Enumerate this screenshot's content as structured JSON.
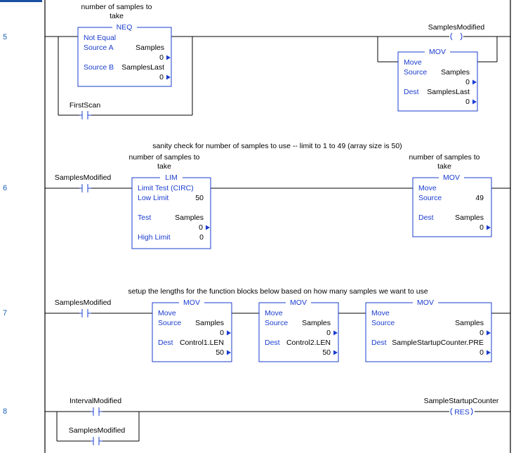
{
  "rungs": [
    {
      "number": "5",
      "comment_a": "number of samples to",
      "comment_b": "take",
      "neq": {
        "name": "NEQ",
        "title": "Not Equal",
        "source_a_label": "Source A",
        "source_a_tag": "Samples",
        "source_a_value": "0",
        "source_b_label": "Source B",
        "source_b_tag": "SamplesLast",
        "source_b_value": "0"
      },
      "first_scan_tag": "FirstScan",
      "coil_tag": "SamplesModified",
      "coil_symbol": "( )",
      "mov": {
        "name": "MOV",
        "title": "Move",
        "source_label": "Source",
        "source_tag": "Samples",
        "source_value": "0",
        "dest_label": "Dest",
        "dest_tag": "SamplesLast",
        "dest_value": "0"
      }
    },
    {
      "number": "6",
      "comment": "sanity check for number of samples to use -- limit to 1 to 49 (array size is 50)",
      "contact_tag": "SamplesModified",
      "lim_comment_a": "number of samples to",
      "lim_comment_b": "take",
      "lim": {
        "name": "LIM",
        "title": "Limit Test (CIRC)",
        "low_label": "Low Limit",
        "low_value": "50",
        "test_label": "Test",
        "test_tag": "Samples",
        "test_value": "0",
        "high_label": "High Limit",
        "high_value": "0"
      },
      "mov_comment_a": "number of samples to",
      "mov_comment_b": "take",
      "mov": {
        "name": "MOV",
        "title": "Move",
        "source_label": "Source",
        "source_value": "49",
        "dest_label": "Dest",
        "dest_tag": "Samples",
        "dest_value": "0"
      }
    },
    {
      "number": "7",
      "comment": "setup the lengths for the function blocks below based on how many samples we want to use",
      "contact_tag": "SamplesModified",
      "movs": [
        {
          "name": "MOV",
          "title": "Move",
          "source_label": "Source",
          "source_tag": "Samples",
          "source_value": "0",
          "dest_label": "Dest",
          "dest_tag": "Control1.LEN",
          "dest_value": "50"
        },
        {
          "name": "MOV",
          "title": "Move",
          "source_label": "Source",
          "source_tag": "Samples",
          "source_value": "0",
          "dest_label": "Dest",
          "dest_tag": "Control2.LEN",
          "dest_value": "50"
        },
        {
          "name": "MOV",
          "title": "Move",
          "source_label": "Source",
          "source_tag": "Samples",
          "source_value": "0",
          "dest_label": "Dest",
          "dest_tag": "SampleStartupCounter.PRE",
          "dest_value": "0"
        }
      ]
    },
    {
      "number": "8",
      "contact_a_tag": "IntervalModified",
      "contact_b_tag": "SamplesModified",
      "coil_tag": "SampleStartupCounter",
      "coil_symbol": "RES"
    }
  ]
}
